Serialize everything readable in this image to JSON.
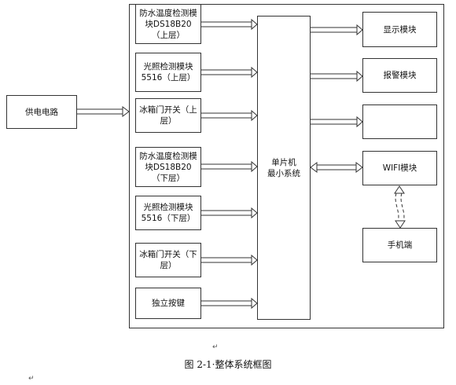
{
  "power_supply": "供电电路",
  "left_modules": [
    "防水温度检测模块DS18B20（上层）",
    "光照检测模块5516（上层）",
    "冰箱门开关（上层）",
    "防水温度检测模块DS18B20（下层）",
    "光照检测模块5516（下层）",
    "冰箱门开关（下层）",
    "独立按键"
  ],
  "mcu": {
    "line1": "单片机",
    "line2": "最小系统"
  },
  "right_modules": [
    "显示模块",
    "报警模块",
    "",
    "WIFI模块"
  ],
  "phone": "手机端",
  "caption": "图 2-1·整体系统框图",
  "marks": {
    "return_mark": "↵"
  }
}
